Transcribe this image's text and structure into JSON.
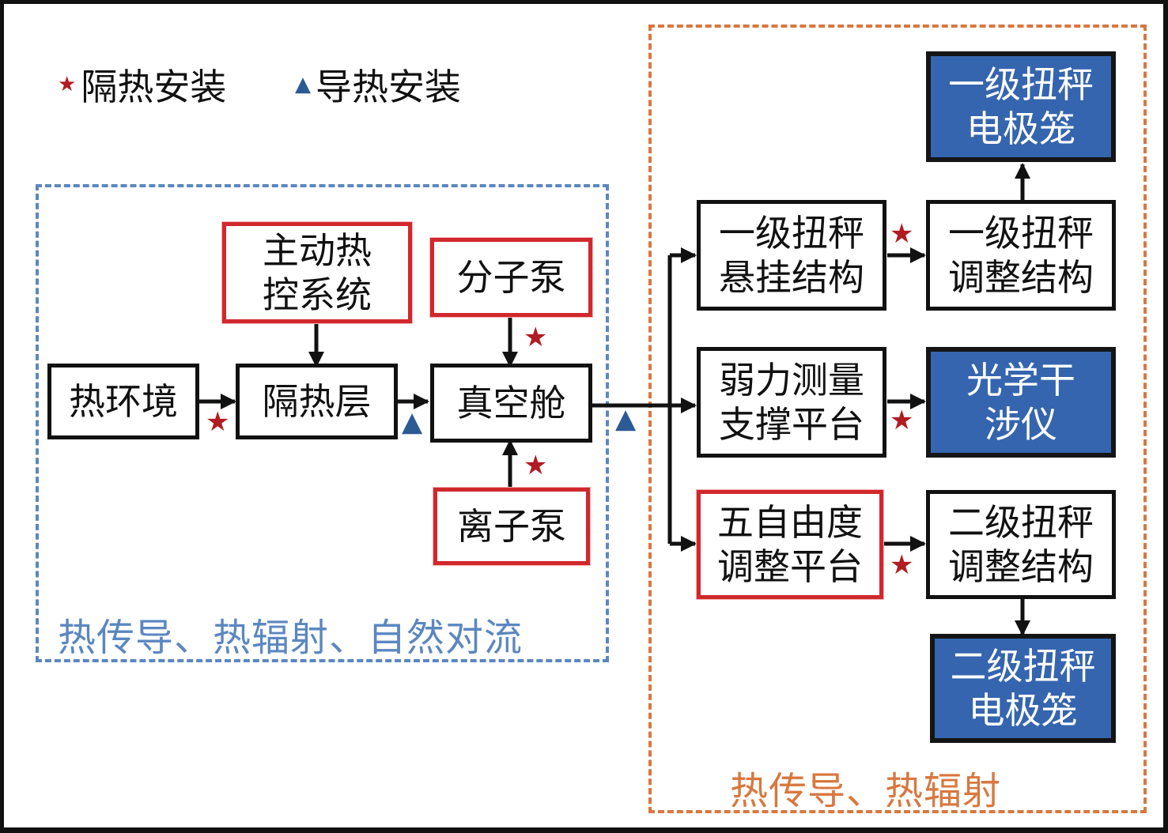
{
  "legend": {
    "insulated": {
      "icon": "star-icon",
      "symbol": "★",
      "label": "隔热安装",
      "color": "#b01c22"
    },
    "conductive": {
      "icon": "triangle-icon",
      "symbol": "▲",
      "label": "导热安装",
      "color": "#2b5a94"
    }
  },
  "regions": {
    "left": {
      "label": "热传导、热辐射、自然对流",
      "color": "#5b87c0"
    },
    "right": {
      "label": "热传导、热辐射",
      "color": "#d9773f"
    }
  },
  "nodes": {
    "thermal_env": {
      "label": "热环境",
      "style": "plain"
    },
    "active_thermal_control": {
      "label": "主动热\n控系统",
      "style": "red"
    },
    "insulation_layer": {
      "label": "隔热层",
      "style": "plain"
    },
    "molecular_pump": {
      "label": "分子泵",
      "style": "red"
    },
    "vacuum_chamber": {
      "label": "真空舱",
      "style": "plain"
    },
    "ion_pump": {
      "label": "离子泵",
      "style": "red"
    },
    "primary_suspension": {
      "label": "一级扭秤\n悬挂结构",
      "style": "plain"
    },
    "primary_adjust": {
      "label": "一级扭秤\n调整结构",
      "style": "plain"
    },
    "primary_electrode": {
      "label": "一级扭秤\n电极笼",
      "style": "blue"
    },
    "weak_force_platform": {
      "label": "弱力测量\n支撑平台",
      "style": "plain"
    },
    "interferometer": {
      "label": "光学干\n涉仪",
      "style": "blue"
    },
    "five_dof_platform": {
      "label": "五自由度\n调整平台",
      "style": "red"
    },
    "secondary_adjust": {
      "label": "二级扭秤\n调整结构",
      "style": "plain"
    },
    "secondary_electrode": {
      "label": "二级扭秤\n电极笼",
      "style": "blue"
    }
  },
  "edges": [
    {
      "from": "热环境",
      "to": "隔热层",
      "mount": "隔热安装"
    },
    {
      "from": "主动热控系统",
      "to": "隔热层",
      "mount": ""
    },
    {
      "from": "隔热层",
      "to": "真空舱",
      "mount": "导热安装"
    },
    {
      "from": "分子泵",
      "to": "真空舱",
      "mount": "隔热安装"
    },
    {
      "from": "离子泵",
      "to": "真空舱",
      "mount": "隔热安装"
    },
    {
      "from": "真空舱",
      "to": "一级扭秤悬挂结构",
      "mount": "导热安装"
    },
    {
      "from": "真空舱",
      "to": "弱力测量支撑平台",
      "mount": "导热安装"
    },
    {
      "from": "真空舱",
      "to": "五自由度调整平台",
      "mount": "导热安装"
    },
    {
      "from": "一级扭秤悬挂结构",
      "to": "一级扭秤调整结构",
      "mount": "隔热安装"
    },
    {
      "from": "一级扭秤调整结构",
      "to": "一级扭秤电极笼",
      "mount": ""
    },
    {
      "from": "弱力测量支撑平台",
      "to": "光学干涉仪",
      "mount": "隔热安装"
    },
    {
      "from": "五自由度调整平台",
      "to": "二级扭秤调整结构",
      "mount": "隔热安装"
    },
    {
      "from": "二级扭秤调整结构",
      "to": "二级扭秤电极笼",
      "mount": ""
    }
  ]
}
